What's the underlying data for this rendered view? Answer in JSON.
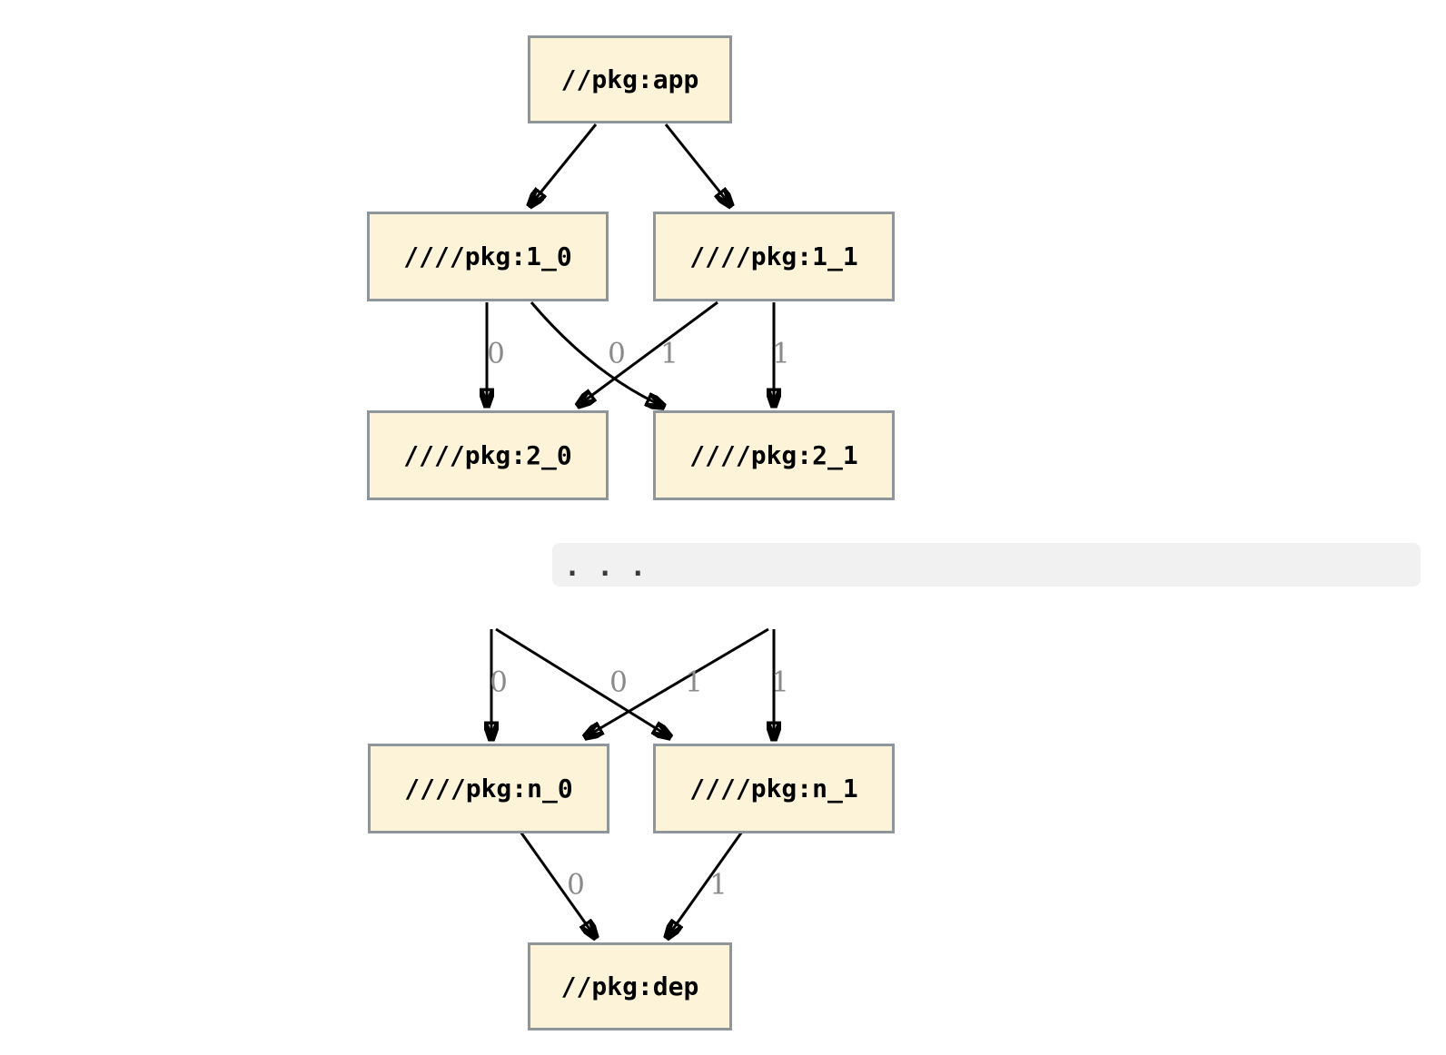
{
  "diagram": {
    "kind": "package-dependency-graph",
    "nodes": [
      {
        "id": "app",
        "label": "//pkg:app"
      },
      {
        "id": "1_0",
        "label": "////pkg:1_0"
      },
      {
        "id": "1_1",
        "label": "////pkg:1_1"
      },
      {
        "id": "2_0",
        "label": "////pkg:2_0"
      },
      {
        "id": "2_1",
        "label": "////pkg:2_1"
      },
      {
        "id": "n_0",
        "label": "////pkg:n_0"
      },
      {
        "id": "n_1",
        "label": "////pkg:n_1"
      },
      {
        "id": "dep",
        "label": "//pkg:dep"
      }
    ],
    "ellipsis": ". . .",
    "edge_labels": {
      "level1_to_level2": [
        "0",
        "0",
        "1",
        "1"
      ],
      "dots_to_leveln": [
        "0",
        "0",
        "1",
        "1"
      ],
      "leveln_to_dep": [
        "0",
        "1"
      ]
    },
    "colors": {
      "node_fill": "#fcf3d9",
      "node_border": "#8f969b",
      "edge": "#000000",
      "edge_label": "#8a8a8a",
      "ellipsis_bg": "#f1f1f1",
      "ellipsis_dots": "#3a3a3a",
      "background": "#ffffff"
    }
  }
}
